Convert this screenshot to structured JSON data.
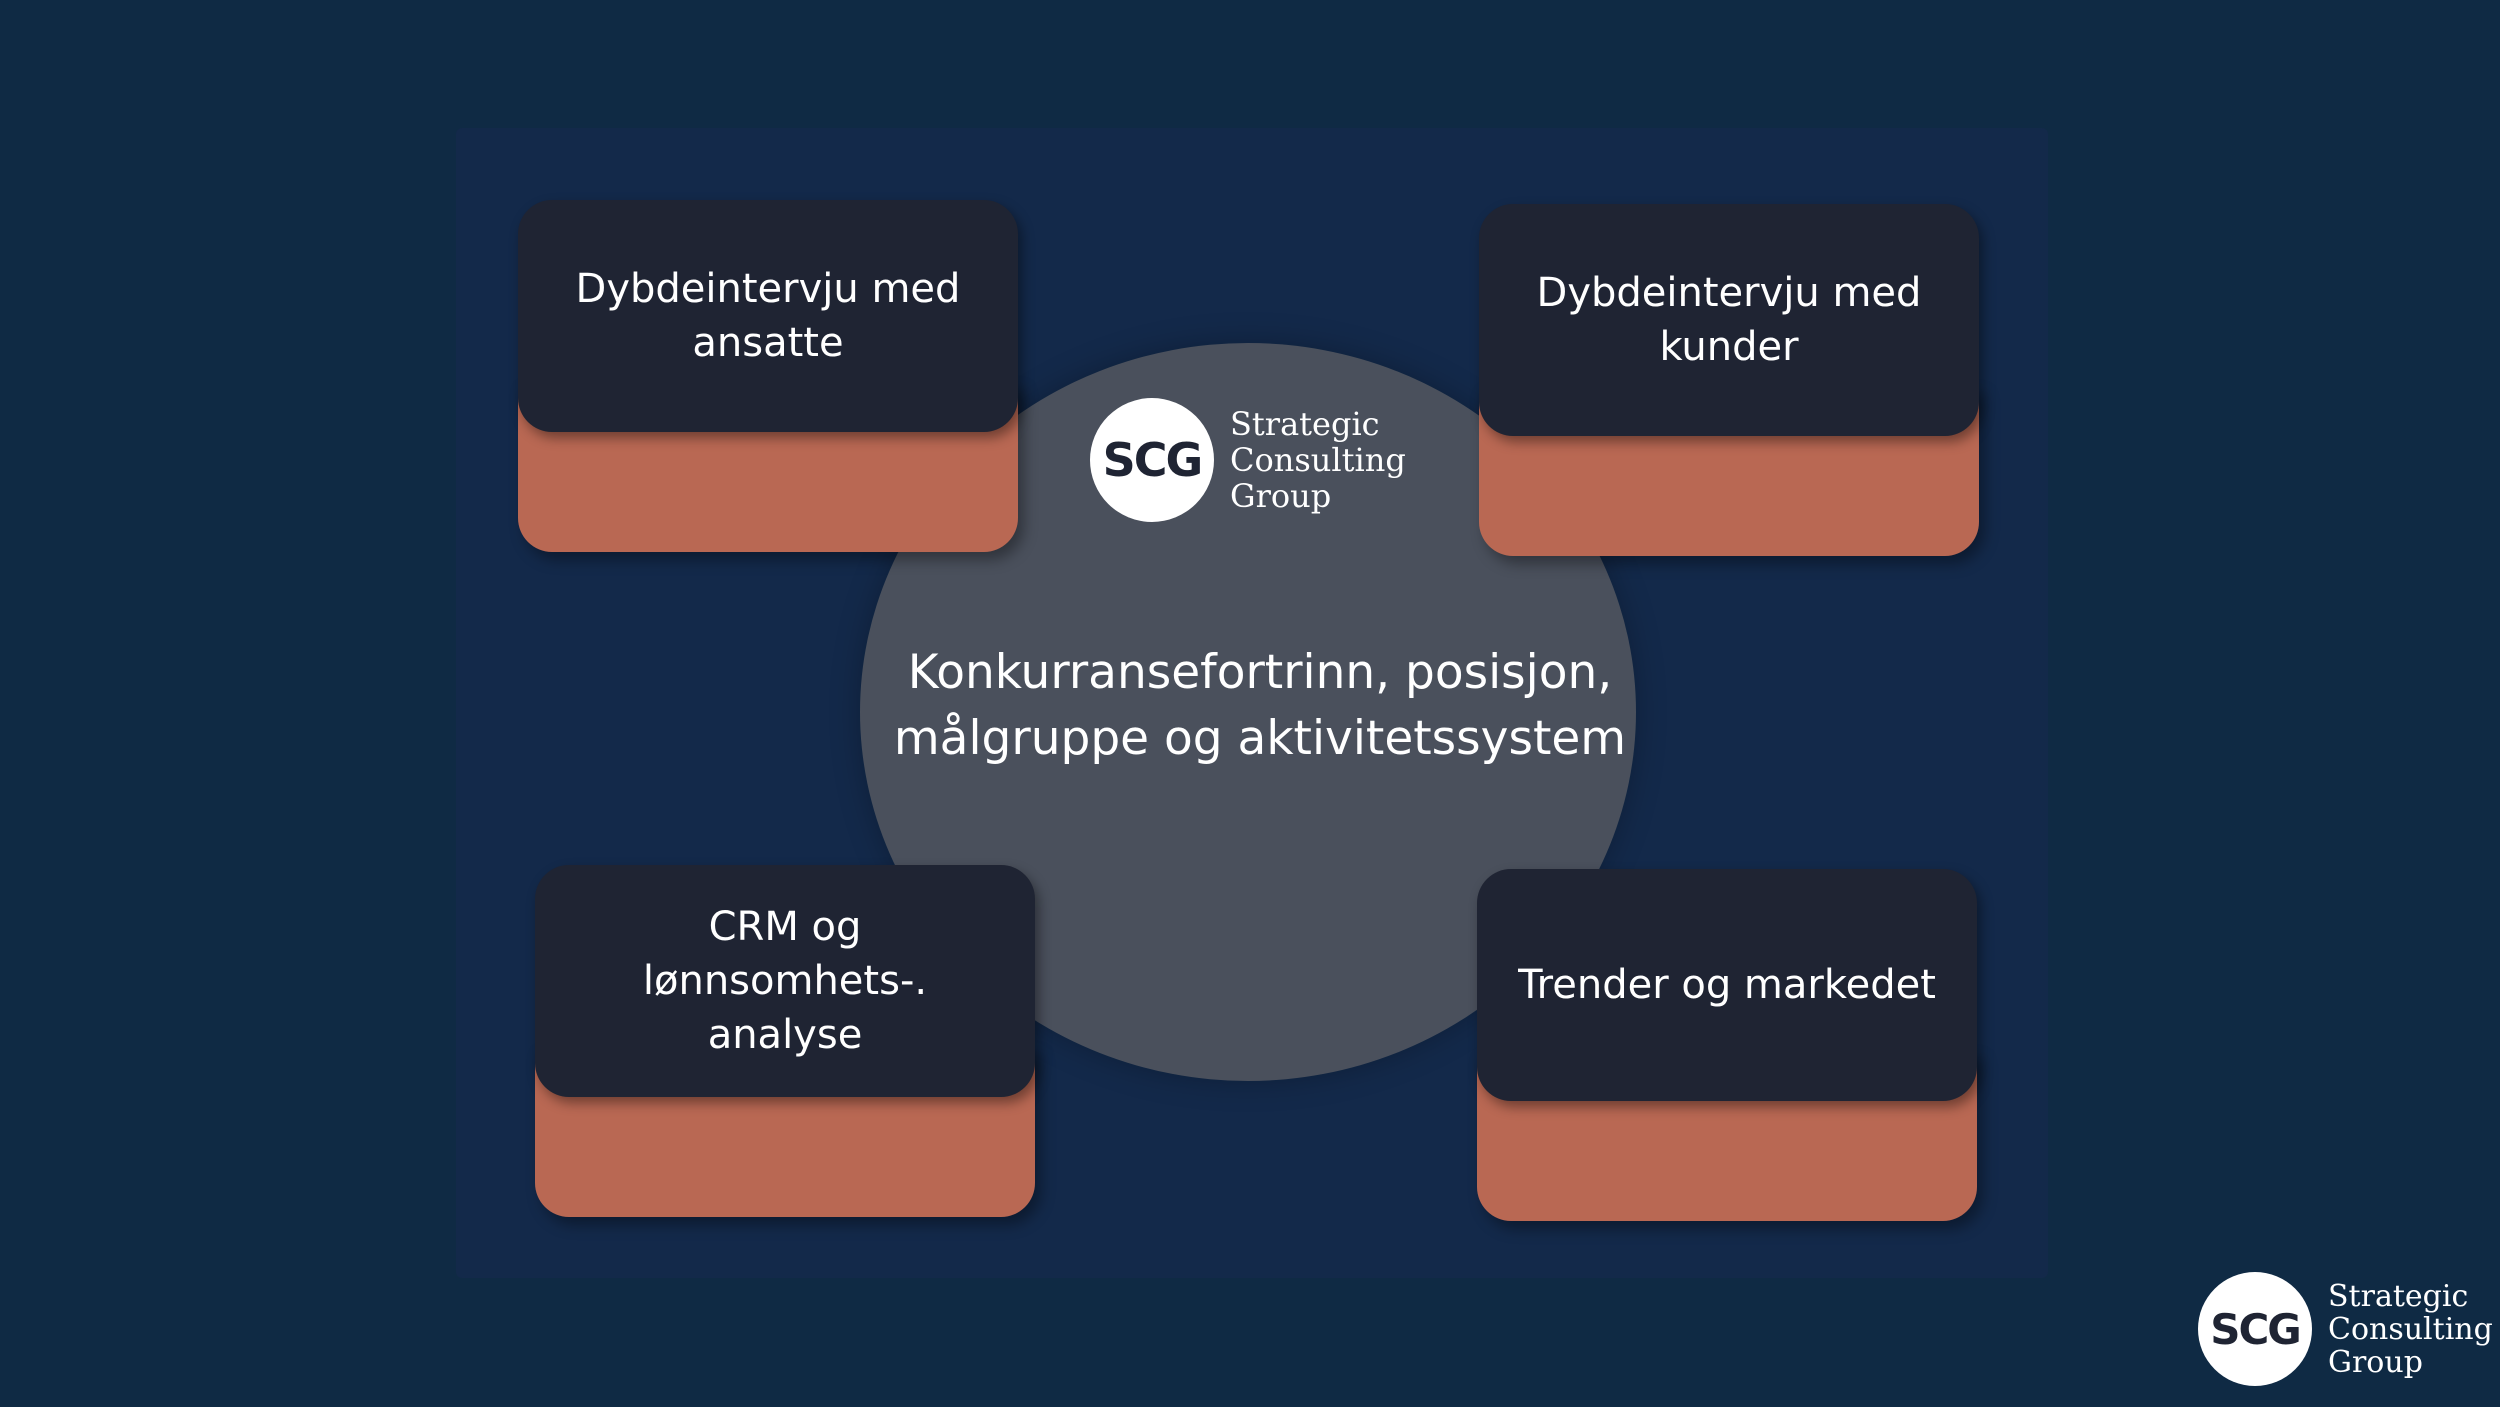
{
  "center": {
    "text": "Konkurransefortrinn, posisjon,\nmålgruppe og aktivitetssystem"
  },
  "cards": [
    {
      "text": "Dybdeintervju med\nansatte"
    },
    {
      "text": "Dybdeintervju med\nkunder"
    },
    {
      "text": "CRM og lønnsomhets-.\nanalyse"
    },
    {
      "text": "Trender og markedet"
    }
  ],
  "logo": {
    "badge": "SCG",
    "line1": "Strategic",
    "line2": "Consulting",
    "line3": "Group"
  },
  "colors": {
    "background": "#0f2a44",
    "circle": "#4a505c",
    "card_top": "#1f2433",
    "card_base": "#b96853"
  }
}
